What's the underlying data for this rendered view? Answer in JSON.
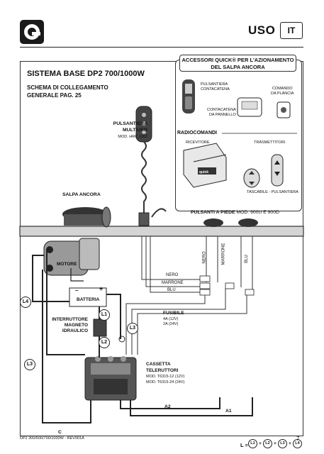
{
  "header": {
    "title": "USO",
    "lang": "IT"
  },
  "system": {
    "title": "SISTEMA BASE DP2 700/1000W",
    "schema_line1": "SCHEMA DI COLLEGAMENTO",
    "schema_line2": "GENERALE PAG. 25"
  },
  "accessories": {
    "title_line1": "ACCESSORI QUICK® PER L'AZIONAMENTO",
    "title_line2": "DEL SALPA ANCORA",
    "pulsantiera_cont1": "PULSANTIERA",
    "pulsantiera_cont2": "CONTACATENA",
    "comando1": "COMANDO",
    "comando2": "DA PLANCIA",
    "contacatena1": "CONTACATENA",
    "contacatena2": "DA PANNELLO",
    "radio_title": "RADIOCOMANDI",
    "ricevitore": "RICEVITORE",
    "trasmettitori": "TRASMETTITORI",
    "tascabile": "TASCABILE - PULSANTIERA"
  },
  "labels": {
    "pulsantiera1": "PULSANTIERA",
    "pulsantiera2": "MULTIUSO",
    "pulsantiera_mod": "MOD. HRC 1002",
    "salpa": "SALPA ANCORA",
    "pulsanti_bold": "PULSANTI A PIEDE",
    "pulsanti_mod": " MOD. 900U E 900D",
    "motore": "MOTORE",
    "batteria": "BATTERIA",
    "interruttore1": "INTERRUTTORE",
    "interruttore2": "MAGNETO",
    "interruttore3": "IDRAULICO",
    "fusibile": "FUSIBILE",
    "fus_a": "4A (12V)",
    "fus_b": "2A (24V)",
    "cassetta1": "CASSETTA",
    "cassetta2": "TELERUTTORI",
    "cassetta_mod1": "MOD. T6315-12 (12V)",
    "cassetta_mod2": "MOD. T6315-24 (24V)",
    "nero": "NERO",
    "marrone": "MARRONE",
    "blu": "BLU",
    "a1": "A1",
    "a2": "A2",
    "c": "C",
    "plus": "+",
    "minus": "–",
    "formula_prefix": "L =",
    "plus_sign": "+"
  },
  "circles": {
    "l1": "L1",
    "l2": "L2",
    "l3": "L3",
    "l4": "L4"
  },
  "footer": {
    "text": "DP2 300/500/700/1000W - REV001A",
    "page": "7"
  }
}
